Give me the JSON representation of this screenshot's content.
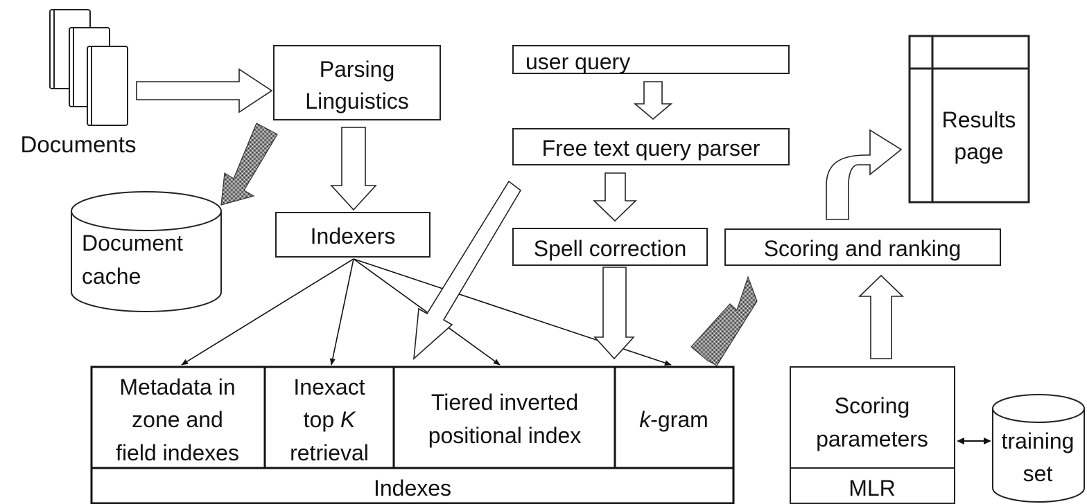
{
  "documents": {
    "label": "Documents"
  },
  "parsing": {
    "line1": "Parsing",
    "line2": "Linguistics"
  },
  "document_cache": {
    "line1": "Document",
    "line2": "cache"
  },
  "indexers": {
    "label": "Indexers"
  },
  "user_query": {
    "label": "user query"
  },
  "free_text_parser": {
    "label": "Free text query parser"
  },
  "spell_correction": {
    "label": "Spell correction"
  },
  "scoring_ranking": {
    "label": "Scoring and ranking"
  },
  "results_page": {
    "line1": "Results",
    "line2": "page"
  },
  "indexes": {
    "label": "Indexes",
    "cells": [
      {
        "lines": [
          "Metadata in",
          "zone and",
          "field indexes"
        ]
      },
      {
        "lines": [
          "Inexact",
          "top K",
          "retrieval"
        ]
      },
      {
        "lines": [
          "Tiered inverted",
          "positional index"
        ]
      },
      {
        "lines": [
          "k-gram"
        ]
      }
    ]
  },
  "scoring_parameters": {
    "line1": "Scoring",
    "line2": "parameters"
  },
  "mlr": {
    "label": "MLR"
  },
  "training_set": {
    "line1": "training",
    "line2": "set"
  }
}
